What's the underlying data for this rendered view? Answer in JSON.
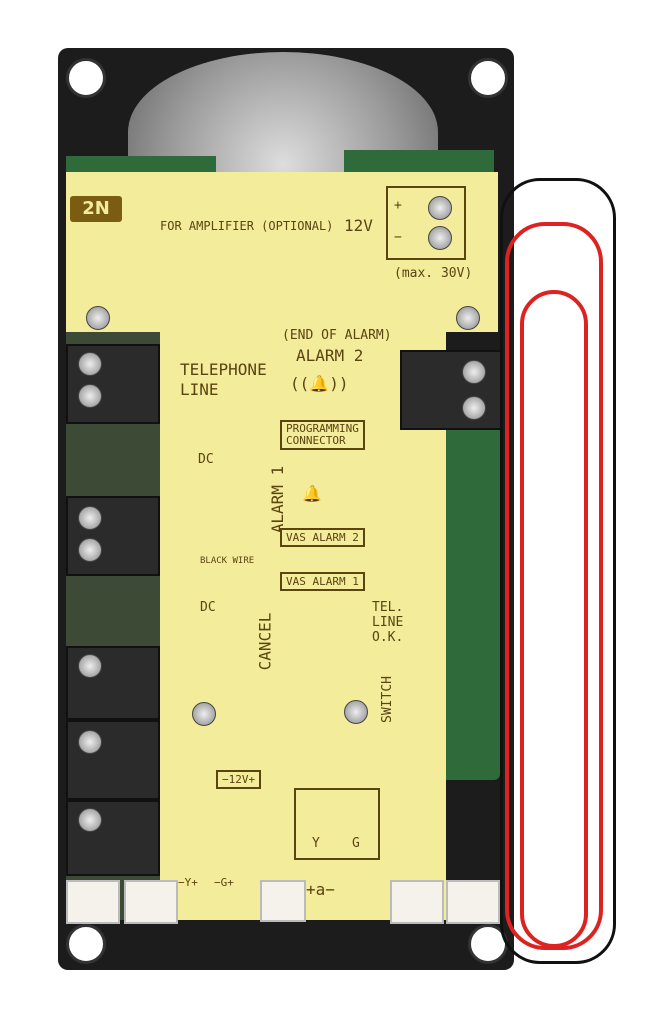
{
  "logo": "2N",
  "top": {
    "amp_label": "FOR AMPLIFIER (OPTIONAL)",
    "voltage": "12V",
    "plus": "+",
    "minus": "−",
    "max": "(max. 30V)"
  },
  "alarm2": {
    "sub": "(END OF ALARM)",
    "title": "ALARM 2"
  },
  "telephone": {
    "line1": "TELEPHONE",
    "line2": "LINE"
  },
  "programming": {
    "line1": "PROGRAMMING",
    "line2": "CONNECTOR"
  },
  "alarm1": {
    "dc": "DC",
    "title": "ALARM 1",
    "black_wire": "BLACK WIRE"
  },
  "vas2": "VAS ALARM 2",
  "vas1": "VAS ALARM 1",
  "cancel": {
    "dc": "DC",
    "title": "CANCEL"
  },
  "telok": {
    "line1": "TEL.",
    "line2": "LINE",
    "line3": "O.K."
  },
  "switch": "SWITCH",
  "power": "−12V+",
  "jumpers": {
    "y": "Y",
    "g": "G",
    "y_pin": "−Y+",
    "g_pin": "−G+"
  },
  "mic": "+a−"
}
